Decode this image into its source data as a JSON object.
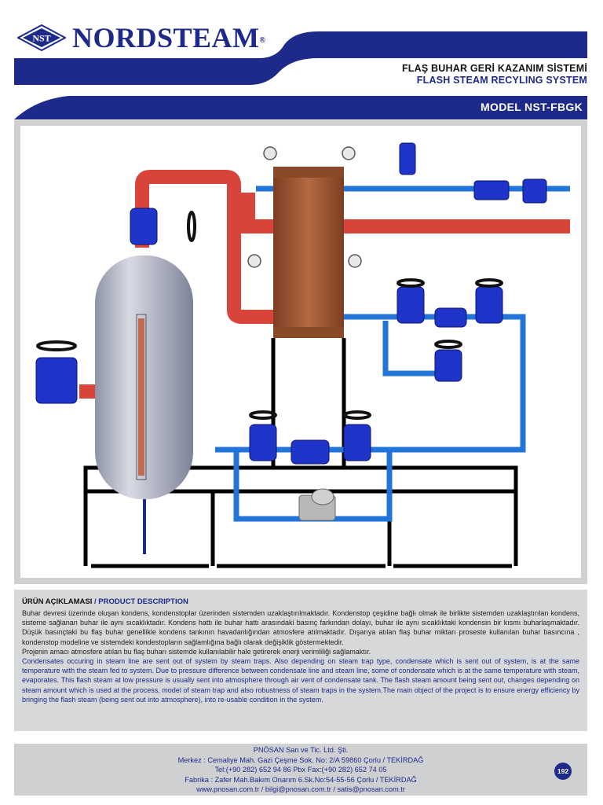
{
  "header": {
    "brand": "NORDSTEAM",
    "brand_mark": "®",
    "logo_text": "NST",
    "title_tr": "FLAŞ BUHAR GERİ KAZANIM SİSTEMİ",
    "title_en": "FLASH STEAM RECYLING SYSTEM",
    "model": "MODEL NST-FBGK"
  },
  "colors": {
    "brand_blue": "#1d2a8a",
    "steam_red": "#d8433a",
    "condensate_blue": "#2374d9",
    "exchanger_copper": "#a45a35",
    "vessel_grey": "#b8bcc8"
  },
  "description": {
    "heading_tr": "ÜRÜN AÇIKLAMASI",
    "heading_sep": "/",
    "heading_en": "PRODUCT DESCRIPTION",
    "text_tr": "Buhar devresi üzerinde oluşan kondens, kondenstoplar üzerinden sistemden uzaklaştırılmaktadır. Kondenstop çeşidine bağlı olmak ile birlikte sistemden uzaklaştırılan kondens, sisteme sağlanan buhar ile aynı sıcaklıktadır. Kondens hattı ile buhar hattı arasındaki basınç farkından dolayı, buhar ile aynı sıcaklıktaki kondensin bir kısmı buharlaşmaktadır. Düşük basınçtaki bu flaş buhar genellikle kondens tankının havadanlığından atmosfere atılmaktadır. Dışarıya atılan flaş buhar miktarı proseste kullanılan buhar basıncına , kondenstop modeline ve sistemdeki kondestopların sağlamlığına bağlı olarak değişiklik göstermektedir.",
    "text_tr2": "Projenin amacı atmosfere atılan bu flaş buharı sistemde kullanılabilir hale getirerek enerji verimliliği sağlamaktır.",
    "text_en": "Condensates occuring in steam line are sent out of system by steam traps. Also depending on steam trap type, condensate which is sent out of system, is at the same temperature with the steam fed to system. Due to pressure difference between condensate line and steam line, some of condensate which is at the same temperature with steam, evaporates. This flash steam at low pressure is usually sent into atmosphere through air vent of condensate tank. The flash steam amount being sent out, changes depending on steam amount which is used at the process, model of steam trap and also robustness of steam traps in the system.The main object of the project is to ensure energy efficiency by bringing the flash steam (being sent out into atmosphere), into re-usable condition in the system."
  },
  "footer": {
    "company": "PNÖSAN San ve Tic. Ltd. Şti.",
    "hq": "Merkez : Cemaliye Mah. Gazi Çeşme Sok. No: 2/A 59860 Çorlu / TEKİRDAĞ",
    "phone": "Tel:(+90 282) 652 94 86 Pbx Fax:(+90 282) 652 74 05",
    "factory": "Fabrika : Zafer Mah.Bakım Onarım 6.Sk.No:54-55-56 Çorlu / TEKİRDAĞ",
    "web": "www.pnosan.com.tr / bilgi@pnosan.com.tr / satis@pnosan.com.tr",
    "page": "192"
  }
}
